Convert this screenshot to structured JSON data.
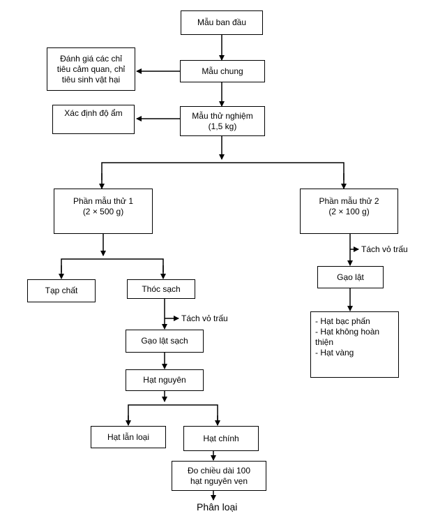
{
  "nodes": {
    "initial_sample": "Mẫu ban đầu",
    "common_sample": "Mẫu chung",
    "sensory_eval": [
      "Đánh giá các chỉ",
      "tiêu cảm quan, chỉ",
      "tiêu sinh vật hại"
    ],
    "moisture": "Xác định độ ẩm",
    "test_sample": [
      "Mẫu thử nghiệm",
      "(1,5 kg)"
    ],
    "portion1": [
      "Phần mẫu thử 1",
      "(2 × 500 g)"
    ],
    "portion2": [
      "Phần mẫu thử 2",
      "(2 × 100 g)"
    ],
    "impurities": "Tạp chất",
    "clean_paddy": "Thóc sạch",
    "clean_brown_rice": "Gạo lật sạch",
    "brown_rice": "Gạo lật",
    "whole_grain": "Hạt nguyên",
    "mixed_grains": "Hạt lẫn loại",
    "main_grains": "Hạt chính",
    "grain_defects": [
      "- Hạt bạc phấn",
      "- Hạt không hoàn",
      "thiện",
      "- Hạt vàng"
    ],
    "measure_length": [
      "Đo chiều dài 100",
      "hạt nguyên vẹn"
    ]
  },
  "labels": {
    "husk_removal_1": "Tách vỏ trấu",
    "husk_removal_2": "Tách vỏ trấu",
    "classification": "Phân loại"
  }
}
